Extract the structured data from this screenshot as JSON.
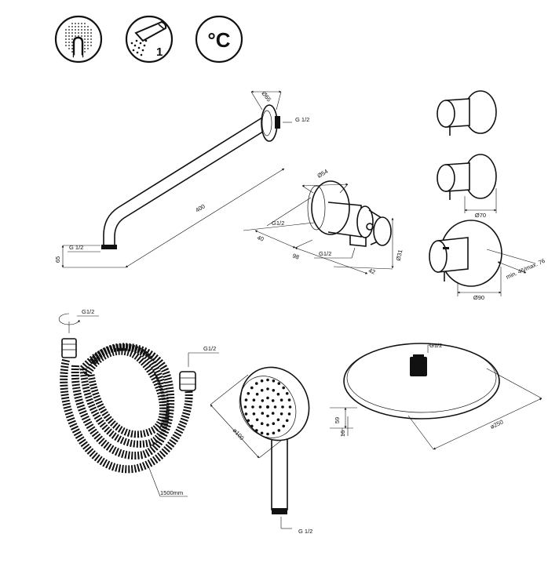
{
  "icons": {
    "touch": {
      "icon": "touch-spray-icon"
    },
    "hand_shower": {
      "icon": "hand-shower-icon",
      "badge": "1"
    },
    "temperature": {
      "icon": "thermostatic-icon",
      "text": "°C"
    }
  },
  "shower_arm": {
    "flange_diameter": "Ø65",
    "wall_thread": "G 1/2",
    "length": "400",
    "outlet_thread": "G 1/2",
    "height": "65"
  },
  "wall_outlet": {
    "flange_diameter": "Ø54",
    "thread_top": "G1/2",
    "thread_bottom": "G1/2",
    "depth": "40",
    "length": "98",
    "holder_diameter": "Ø31",
    "offset": "42"
  },
  "valves": {
    "rosette_diameter": "Ø70",
    "thermostat_diameter": "Ø90",
    "depth_range": "min. 46/max. 76"
  },
  "hose": {
    "thread_left": "G1/2",
    "thread_right": "G1/2",
    "length": "1500mm"
  },
  "hand_shower": {
    "diameter": "ø100",
    "thread": "G 1/2"
  },
  "overhead_shower": {
    "thread": "G1/2",
    "height": "59",
    "rim": "16",
    "diameter": "ø250"
  }
}
